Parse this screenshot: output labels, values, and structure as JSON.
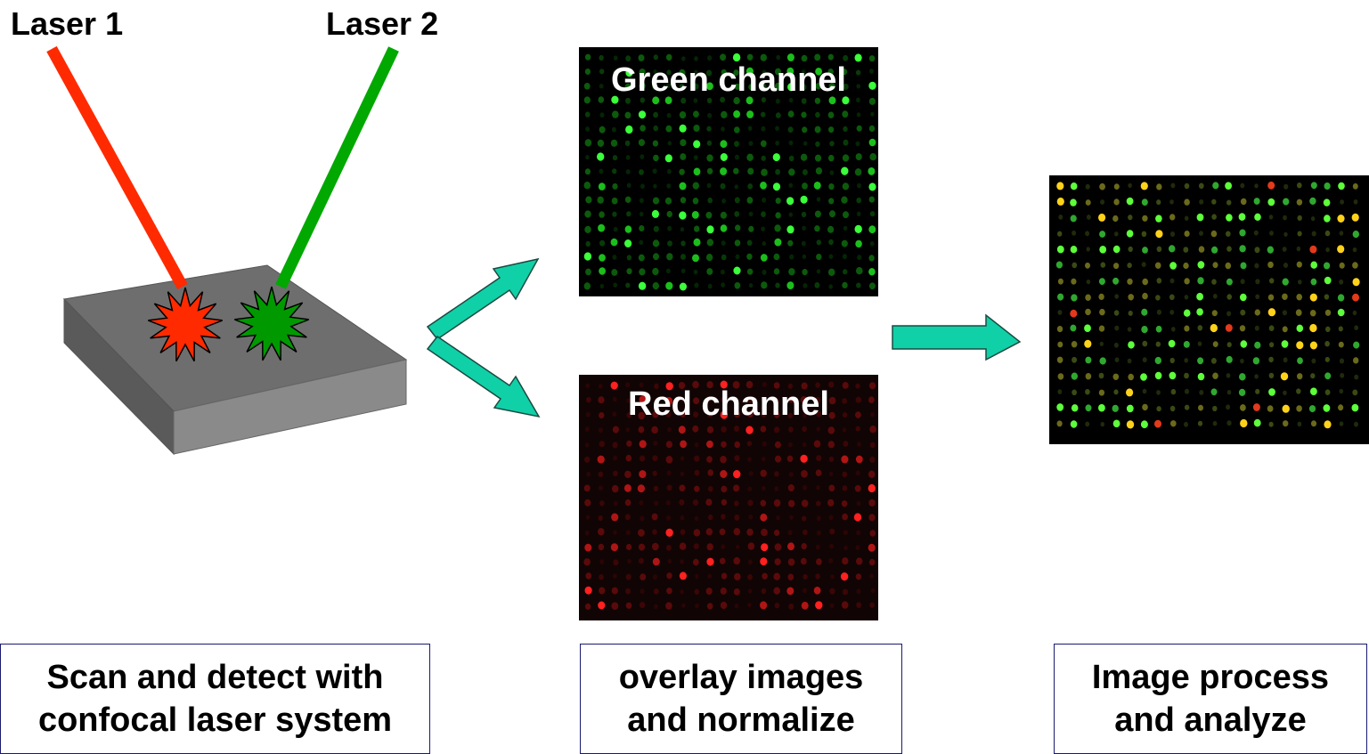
{
  "laser1": {
    "label": "Laser 1",
    "color": "#ff2a00"
  },
  "laser2": {
    "label": "Laser 2",
    "color": "#00a800"
  },
  "slide_color": "#666666",
  "arrow_color": "#10d0a8",
  "green_panel": {
    "title": "Green channel"
  },
  "red_panel": {
    "title": "Red channel"
  },
  "captions": {
    "scan_line1": "Scan and detect with",
    "scan_line2": "confocal laser system",
    "overlay_line1": "overlay images",
    "overlay_line2": "and normalize",
    "analyze_line1": "Image process",
    "analyze_line2": "and analyze"
  }
}
